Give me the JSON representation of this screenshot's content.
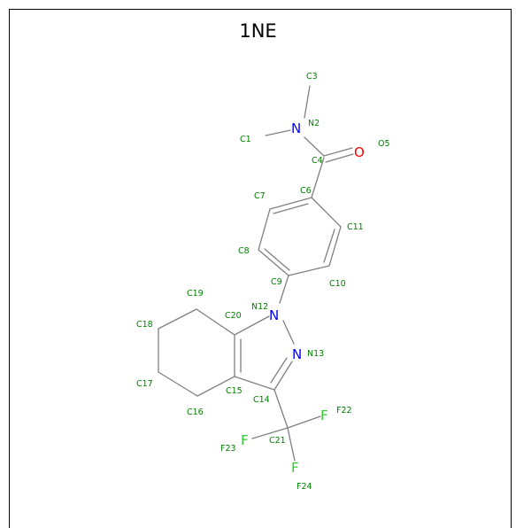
{
  "title": "1NE",
  "colors": {
    "carbon_label": "#008000",
    "nitrogen": "#0000ff",
    "oxygen": "#ff0000",
    "fluorine": "#33cc33",
    "bond": "#808080",
    "frame": "#000000"
  },
  "atoms": {
    "c1": "C1",
    "n2": "N2",
    "c3": "C3",
    "c4": "C4",
    "o5": "O5",
    "c6": "C6",
    "c7": "C7",
    "c8": "C8",
    "c9": "C9",
    "c10": "C10",
    "c11": "C11",
    "n12": "N12",
    "n13": "N13",
    "c14": "C14",
    "c15": "C15",
    "c16": "C16",
    "c17": "C17",
    "c18": "C18",
    "c19": "C19",
    "c20": "C20",
    "c21": "C21",
    "f22": "F22",
    "f23": "F23",
    "f24": "F24"
  },
  "symbols": {
    "n": "N",
    "o": "O",
    "f": "F"
  }
}
